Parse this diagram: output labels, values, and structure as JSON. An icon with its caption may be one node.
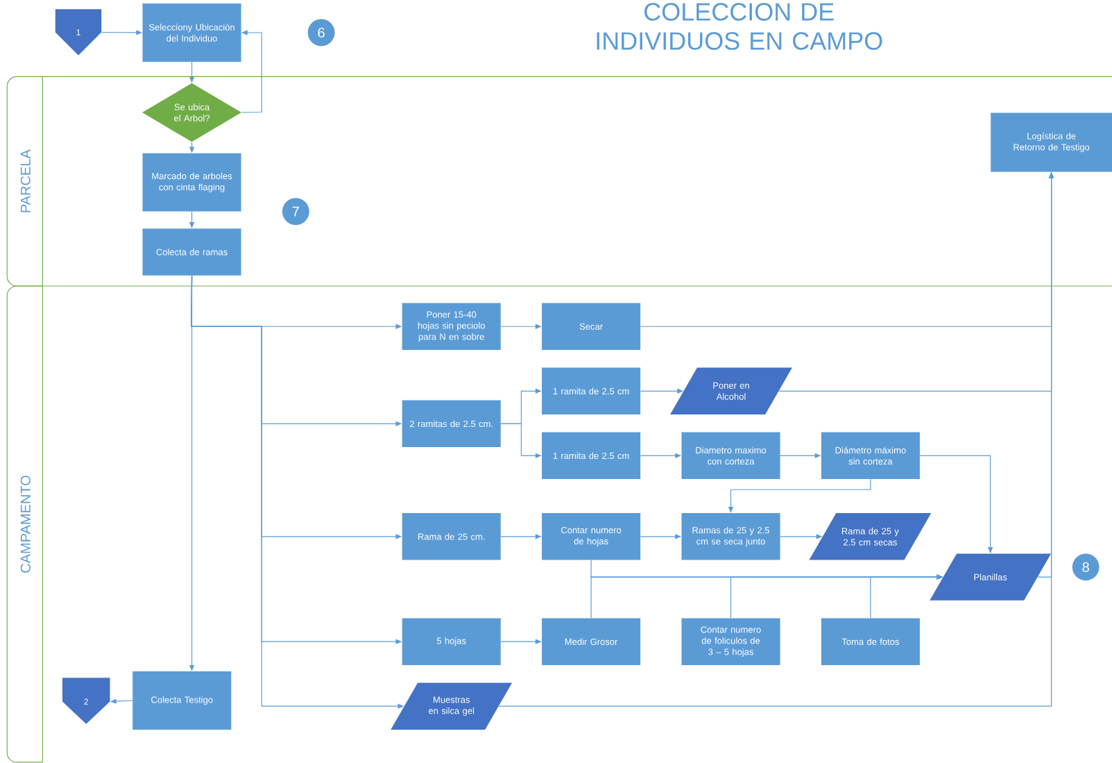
{
  "diagram": {
    "title": "COLECCION DE INDIVIDUOS EN CAMPO",
    "nodes": [
      {
        "text": [
          "1"
        ]
      },
      {
        "text": [
          "Selecciony Ubicación del Individuo"
        ]
      },
      {
        "text": [
          "PARCELA"
        ]
      },
      {
        "text": [
          "Se ubica el Arbol?"
        ],
        "in": 2
      },
      {
        "text": [
          "Marcado de arboles con cinta flaging"
        ],
        "in": 2
      },
      {
        "text": [
          "Colecta de ramas"
        ],
        "in": 2
      },
      {
        "text": [
          "Logística de Retorno de Testigo"
        ],
        "in": 2
      },
      {
        "text": [
          "CAMPAMENTO"
        ]
      },
      {
        "text": [
          "Poner 15-40 hojas sin peciolo para N en sobre"
        ],
        "in": 7
      },
      {
        "text": [
          "Secar"
        ],
        "in": 7
      },
      {
        "text": [
          "2 ramitas de 2.5 cm."
        ],
        "in": 7
      },
      {
        "text": [
          "1 ramita de 2.5 cm"
        ],
        "in": 7
      },
      {
        "text": [
          "Poner en Alcohol"
        ],
        "in": 7
      },
      {
        "text": [
          "1 ramita de 2.5 cm"
        ],
        "in": 7
      },
      {
        "text": [
          "Diametro maximo con corteza"
        ],
        "in": 7
      },
      {
        "text": [
          "Diámetro máximo sin corteza"
        ],
        "in": 7
      },
      {
        "text": [
          "Rama de 25 cm."
        ],
        "in": 7
      },
      {
        "text": [
          "Contar numero de hojas"
        ],
        "in": 7
      },
      {
        "text": [
          "Ramas de 25 y 2.5 cm se seca junto"
        ],
        "in": 7
      },
      {
        "text": [
          "Rama de 25 y 2.5 cm secas"
        ],
        "in": 7
      },
      {
        "text": [
          "Planillas"
        ],
        "in": 7
      },
      {
        "text": [
          "5 hojas"
        ],
        "in": 7
      },
      {
        "text": [
          "Medir Grosor"
        ],
        "in": 7
      },
      {
        "text": [
          "Contar numero de foliculos de 3 – 5 hojas"
        ],
        "in": 7
      },
      {
        "text": [
          "Toma de fotos"
        ],
        "in": 7
      },
      {
        "text": [
          "Colecta Testigo"
        ],
        "in": 7
      },
      {
        "text": [
          "2"
        ],
        "in": 7
      },
      {
        "text": [
          "Muestras en silca gel"
        ],
        "in": 7
      },
      {
        "text": [
          "6"
        ]
      },
      {
        "text": [
          "7"
        ],
        "in": 2
      },
      {
        "text": [
          "8"
        ],
        "in": 7
      }
    ],
    "edges": [
      {
        "from": 0,
        "to": 1,
        "arrow": "to"
      },
      {
        "from": 1,
        "to": 3,
        "arrow": "to"
      },
      {
        "from": 3,
        "to": 1,
        "arrow": "to"
      },
      {
        "from": 3,
        "to": 4,
        "arrow": "to"
      },
      {
        "from": 4,
        "to": 5,
        "arrow": "to"
      },
      {
        "from": 5,
        "to": 25,
        "arrow": "to"
      },
      {
        "from": 5,
        "to": 8,
        "arrow": "to"
      },
      {
        "from": 5,
        "to": 10,
        "arrow": "to"
      },
      {
        "from": 5,
        "to": 16,
        "arrow": "to"
      },
      {
        "from": 5,
        "to": 21,
        "arrow": "to"
      },
      {
        "from": 5,
        "to": 27,
        "arrow": "to"
      },
      {
        "from": 8,
        "to": 9,
        "arrow": "to"
      },
      {
        "from": 9,
        "to": 6,
        "arrow": "to"
      },
      {
        "from": 10,
        "to": 11,
        "arrow": "to"
      },
      {
        "from": 10,
        "to": 13,
        "arrow": "to"
      },
      {
        "from": 11,
        "to": 12,
        "arrow": "to"
      },
      {
        "from": 12,
        "to": 6,
        "arrow": "to"
      },
      {
        "from": 13,
        "to": 14,
        "arrow": "to"
      },
      {
        "from": 14,
        "to": 15,
        "arrow": "to"
      },
      {
        "from": 15,
        "to": 18,
        "arrow": "to"
      },
      {
        "from": 15,
        "to": 20,
        "arrow": "to"
      },
      {
        "from": 16,
        "to": 17,
        "arrow": "to"
      },
      {
        "from": 17,
        "to": 18,
        "arrow": "to"
      },
      {
        "from": 18,
        "to": 19,
        "arrow": "to"
      },
      {
        "from": 22,
        "to": 20,
        "arrow": "to"
      },
      {
        "from": 17,
        "to": 20,
        "arrow": "to"
      },
      {
        "from": 23,
        "to": 20,
        "arrow": "to"
      },
      {
        "from": 24,
        "to": 20,
        "arrow": "to"
      },
      {
        "from": 20,
        "to": 6,
        "arrow": "to"
      },
      {
        "from": 21,
        "to": 22,
        "arrow": "to"
      },
      {
        "from": 25,
        "to": 26,
        "arrow": "to"
      },
      {
        "from": 27,
        "to": 6,
        "arrow": "to"
      }
    ]
  }
}
